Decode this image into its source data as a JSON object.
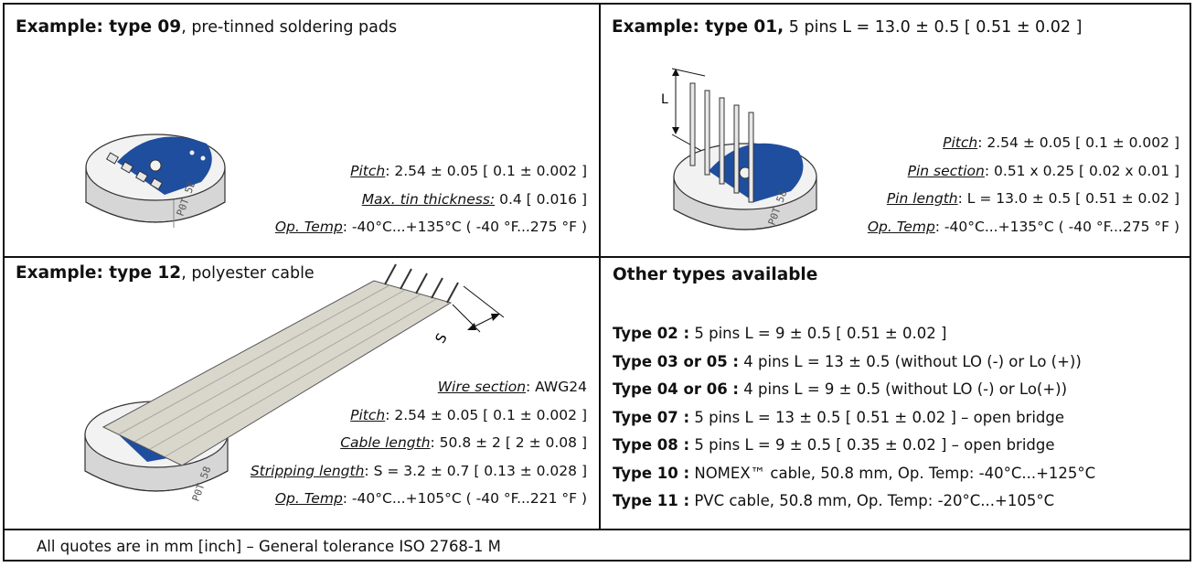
{
  "panels": {
    "type09": {
      "title_bold": "Example: type 09",
      "title_rest": ", pre-tinned soldering pads",
      "specs": [
        {
          "key": "Pitch",
          "value": ": 2.54 ± 0.05 [ 0.1 ± 0.002 ]"
        },
        {
          "key": "Max. tin thickness:",
          "value": " 0.4 [ 0.016 ]"
        },
        {
          "key": "Op. Temp",
          "value": ": -40°C...+135°C ( -40 °F...275 °F )"
        }
      ],
      "marking": "P0T 5E"
    },
    "type01": {
      "title_bold": "Example: type 01,",
      "title_rest": " 5 pins L = 13.0 ± 0.5 [ 0.51 ± 0.02 ]",
      "dimension_label": "L",
      "specs": [
        {
          "key": "Pitch",
          "value": ": 2.54 ± 0.05 [ 0.1 ± 0.002 ]"
        },
        {
          "key": "Pin section",
          "value": ": 0.51 x 0.25 [ 0.02 x 0.01 ]"
        },
        {
          "key": "Pin length",
          "value": ": L = 13.0 ± 0.5 [ 0.51 ± 0.02 ]"
        },
        {
          "key": "Op. Temp",
          "value": ": -40°C...+135°C ( -40 °F...275 °F )"
        }
      ],
      "marking": "P0T 58"
    },
    "type12": {
      "title_bold": "Example: type 12",
      "title_rest": ", polyester cable",
      "dimension_label": "S",
      "specs": [
        {
          "key": "Wire section",
          "value": ": AWG24"
        },
        {
          "key": "Pitch",
          "value": ": 2.54 ± 0.05 [ 0.1 ± 0.002 ]"
        },
        {
          "key": "Cable length",
          "value": ": 50.8 ± 2 [ 2 ± 0.08 ]"
        },
        {
          "key": "Stripping length",
          "value": ": S = 3.2 ± 0.7 [ 0.13 ± 0.028 ]"
        },
        {
          "key": "Op. Temp",
          "value": ": -40°C...+105°C ( -40 °F...221 °F )"
        }
      ],
      "marking": "P0T 58"
    },
    "other": {
      "title": "Other types available",
      "types": [
        {
          "name": "Type 02 :",
          "desc": " 5 pins L = 9 ± 0.5  [ 0.51 ± 0.02 ]"
        },
        {
          "name": "Type 03 or 05 :",
          "desc": " 4 pins L = 13 ± 0.5  (without LO (-) or Lo (+))"
        },
        {
          "name": "Type 04 or 06 :",
          "desc": " 4 pins L = 9 ± 0.5  (without LO (-) or Lo(+))"
        },
        {
          "name": "Type 07 :",
          "desc": " 5 pins L = 13 ± 0.5  [ 0.51 ± 0.02 ] – open bridge"
        },
        {
          "name": "Type 08 :",
          "desc": " 5 pins L = 9 ± 0.5  [ 0.35 ± 0.02 ] – open bridge"
        },
        {
          "name": "Type 10 :",
          "desc": " NOMEX™ cable, 50.8 mm, Op. Temp: -40°C...+125°C"
        },
        {
          "name": "Type 11 :",
          "desc": " PVC cable, 50.8 mm, Op. Temp: -20°C...+105°C"
        }
      ]
    }
  },
  "footer": "All quotes are in mm [inch] – General tolerance ISO 2768-1 M",
  "colors": {
    "pcb": "#1f4e9e",
    "body": "#d6d6d6",
    "cable": "#d9d6cc",
    "line": "#111111"
  }
}
